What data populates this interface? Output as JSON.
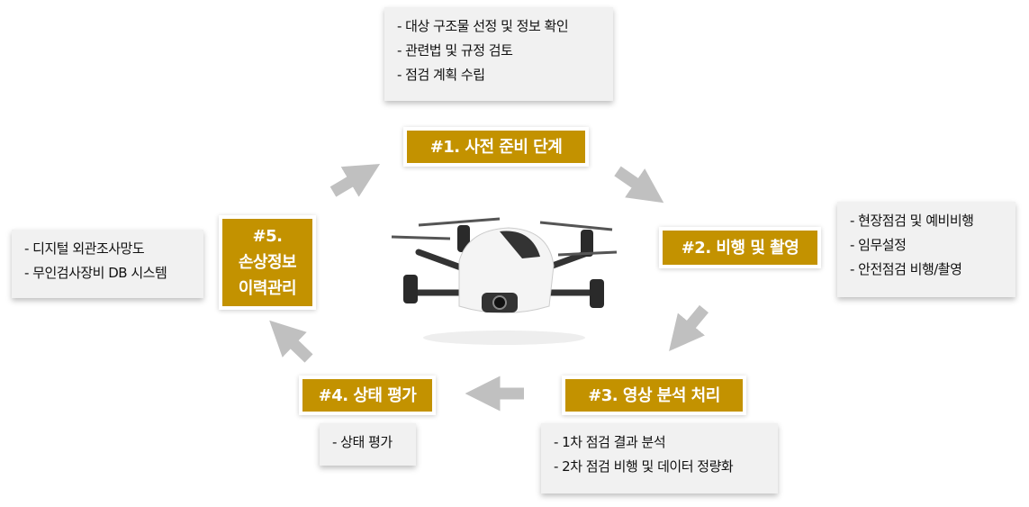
{
  "colors": {
    "stage": "#c39200",
    "box": "#f1f1f1",
    "arrow": "#c0c0c0"
  },
  "stages": [
    {
      "label": "#1. 사전 준비 단계",
      "details": [
        "- 대상 구조물 선정 및 정보 확인",
        "- 관련법 및 규정 검토",
        "- 점검 계획 수립"
      ]
    },
    {
      "label": "#2. 비행 및 촬영",
      "details": [
        "- 현장점검 및 예비비행",
        "- 임무설정",
        "- 안전점검 비행/촬영"
      ]
    },
    {
      "label": "#3. 영상 분석 처리",
      "details": [
        "- 1차 점검 결과 분석",
        "- 2차 점검 비행 및 데이터 정량화"
      ]
    },
    {
      "label": "#4. 상태 평가",
      "details": [
        "- 상태 평가"
      ]
    },
    {
      "label_lines": [
        "#5.",
        "손상정보",
        "이력관리"
      ],
      "details": [
        "- 디지털 외관조사망도",
        "- 무인검사장비 DB 시스템"
      ]
    }
  ]
}
